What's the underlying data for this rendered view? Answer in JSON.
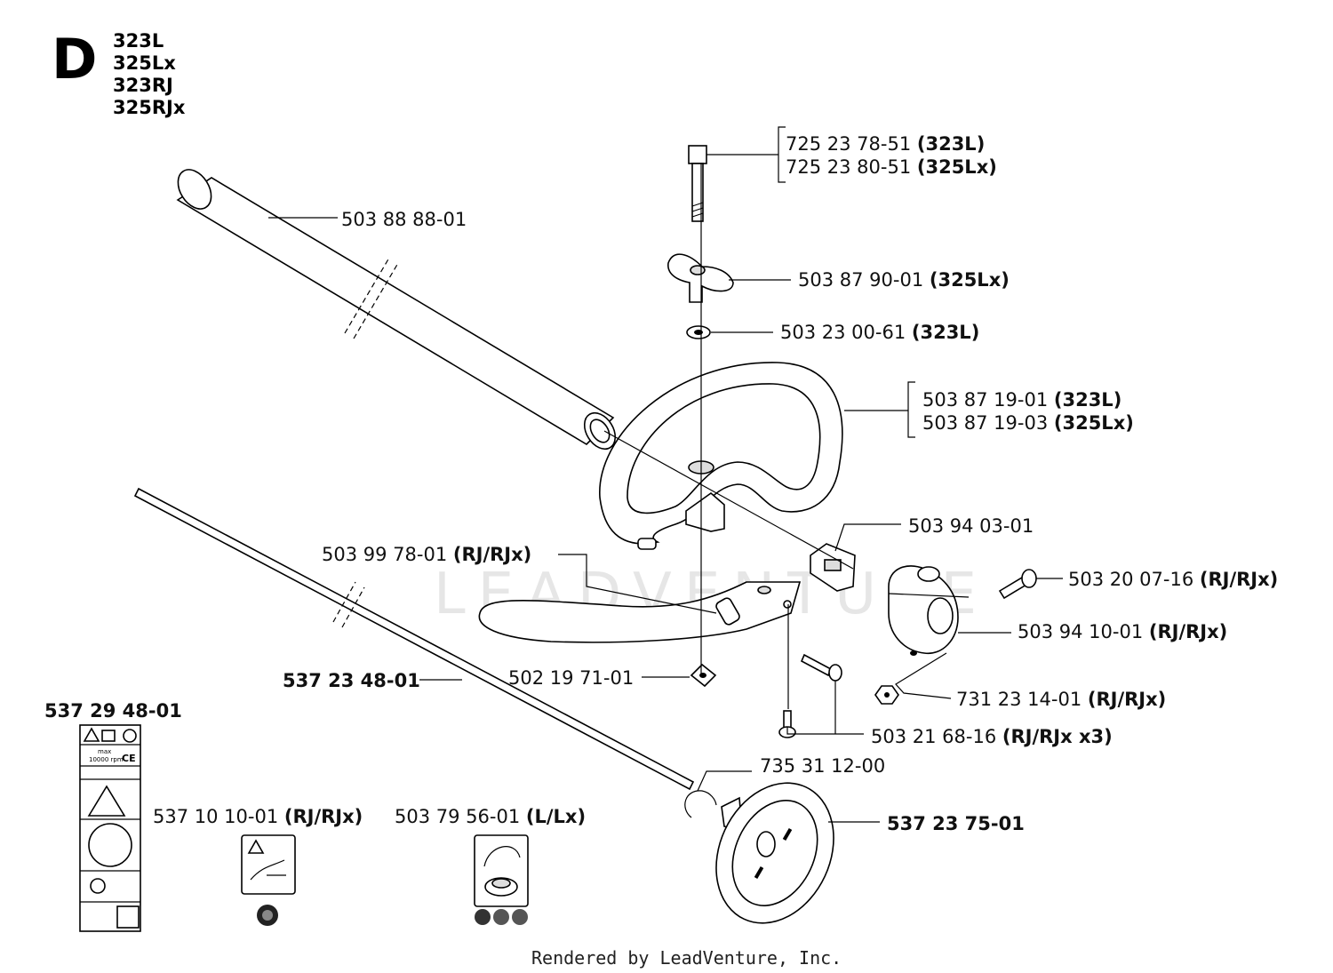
{
  "section": {
    "letter": "D",
    "models": [
      "323L",
      "325Lx",
      "323RJ",
      "325RJx"
    ]
  },
  "watermark": "LEADVENTURE",
  "footer": "Rendered by LeadVenture, Inc.",
  "parts": {
    "bolt": {
      "lines": [
        {
          "num": "725 23 78-51",
          "tag": "(323L)"
        },
        {
          "num": "725 23 80-51",
          "tag": "(325Lx)"
        }
      ]
    },
    "tube": {
      "num": "503 88 88-01"
    },
    "knob": {
      "num": "503 87 90-01",
      "tag": "(325Lx)"
    },
    "washer": {
      "num": "503 23 00-61",
      "tag": "(323L)"
    },
    "handle": {
      "lines": [
        {
          "num": "503 87 19-01",
          "tag": "(323L)"
        },
        {
          "num": "503 87 19-03",
          "tag": "(325Lx)"
        }
      ]
    },
    "clamp": {
      "num": "503 94 03-01"
    },
    "barrier": {
      "num": "503 99 78-01",
      "tag": "(RJ/RJx)"
    },
    "screw1": {
      "num": "503 20 07-16",
      "tag": "(RJ/RJx)"
    },
    "bracket": {
      "num": "503 94 10-01",
      "tag": "(RJ/RJx)"
    },
    "nut": {
      "num": "731 23 14-01",
      "tag": "(RJ/RJx)"
    },
    "square_nut": {
      "num": "502 19 71-01"
    },
    "shaft": {
      "num": "537 23 48-01"
    },
    "screws": {
      "num": "503 21 68-16",
      "tag": "(RJ/RJx x3)"
    },
    "circlip": {
      "num": "735 31 12-00"
    },
    "cover": {
      "num": "537 23 75-01"
    },
    "decal_kit": {
      "num": "537 29 48-01"
    },
    "decal_rj": {
      "num": "537 10 10-01",
      "tag": "(RJ/RJx)"
    },
    "decal_l": {
      "num": "503 79 56-01",
      "tag": "(L/Lx)"
    }
  },
  "decal_text": {
    "max": "max",
    "rpm": "10000 rpm",
    "ce": "CE"
  }
}
